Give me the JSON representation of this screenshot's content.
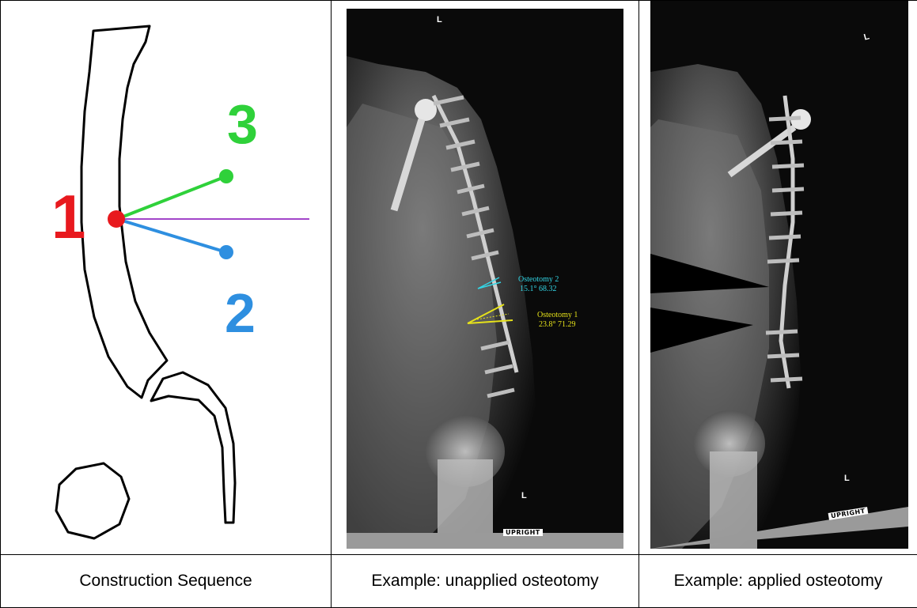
{
  "captions": {
    "construction": "Construction Sequence",
    "unapplied": "Example: unapplied osteotomy",
    "applied": "Example: applied osteotomy"
  },
  "diagram": {
    "points": [
      {
        "label": "1",
        "color": "#e8191e"
      },
      {
        "label": "2",
        "color": "#2e8fe0"
      },
      {
        "label": "3",
        "color": "#2fd13a"
      }
    ],
    "reference_line_color": "#a245c9",
    "outline_color": "#000000"
  },
  "xray_unapplied": {
    "osteotomy_2": {
      "name": "Osteotomy 2",
      "measure": "15.1° 68.32",
      "color": "#33d6e6"
    },
    "osteotomy_1": {
      "name": "Osteotomy 1",
      "measure": "23.8° 71.29",
      "color": "#e6e21a"
    },
    "side_marker": "L",
    "upright_label": "UPRIGHT"
  },
  "xray_applied": {
    "side_marker": "L",
    "upright_label": "UPRIGHT"
  }
}
